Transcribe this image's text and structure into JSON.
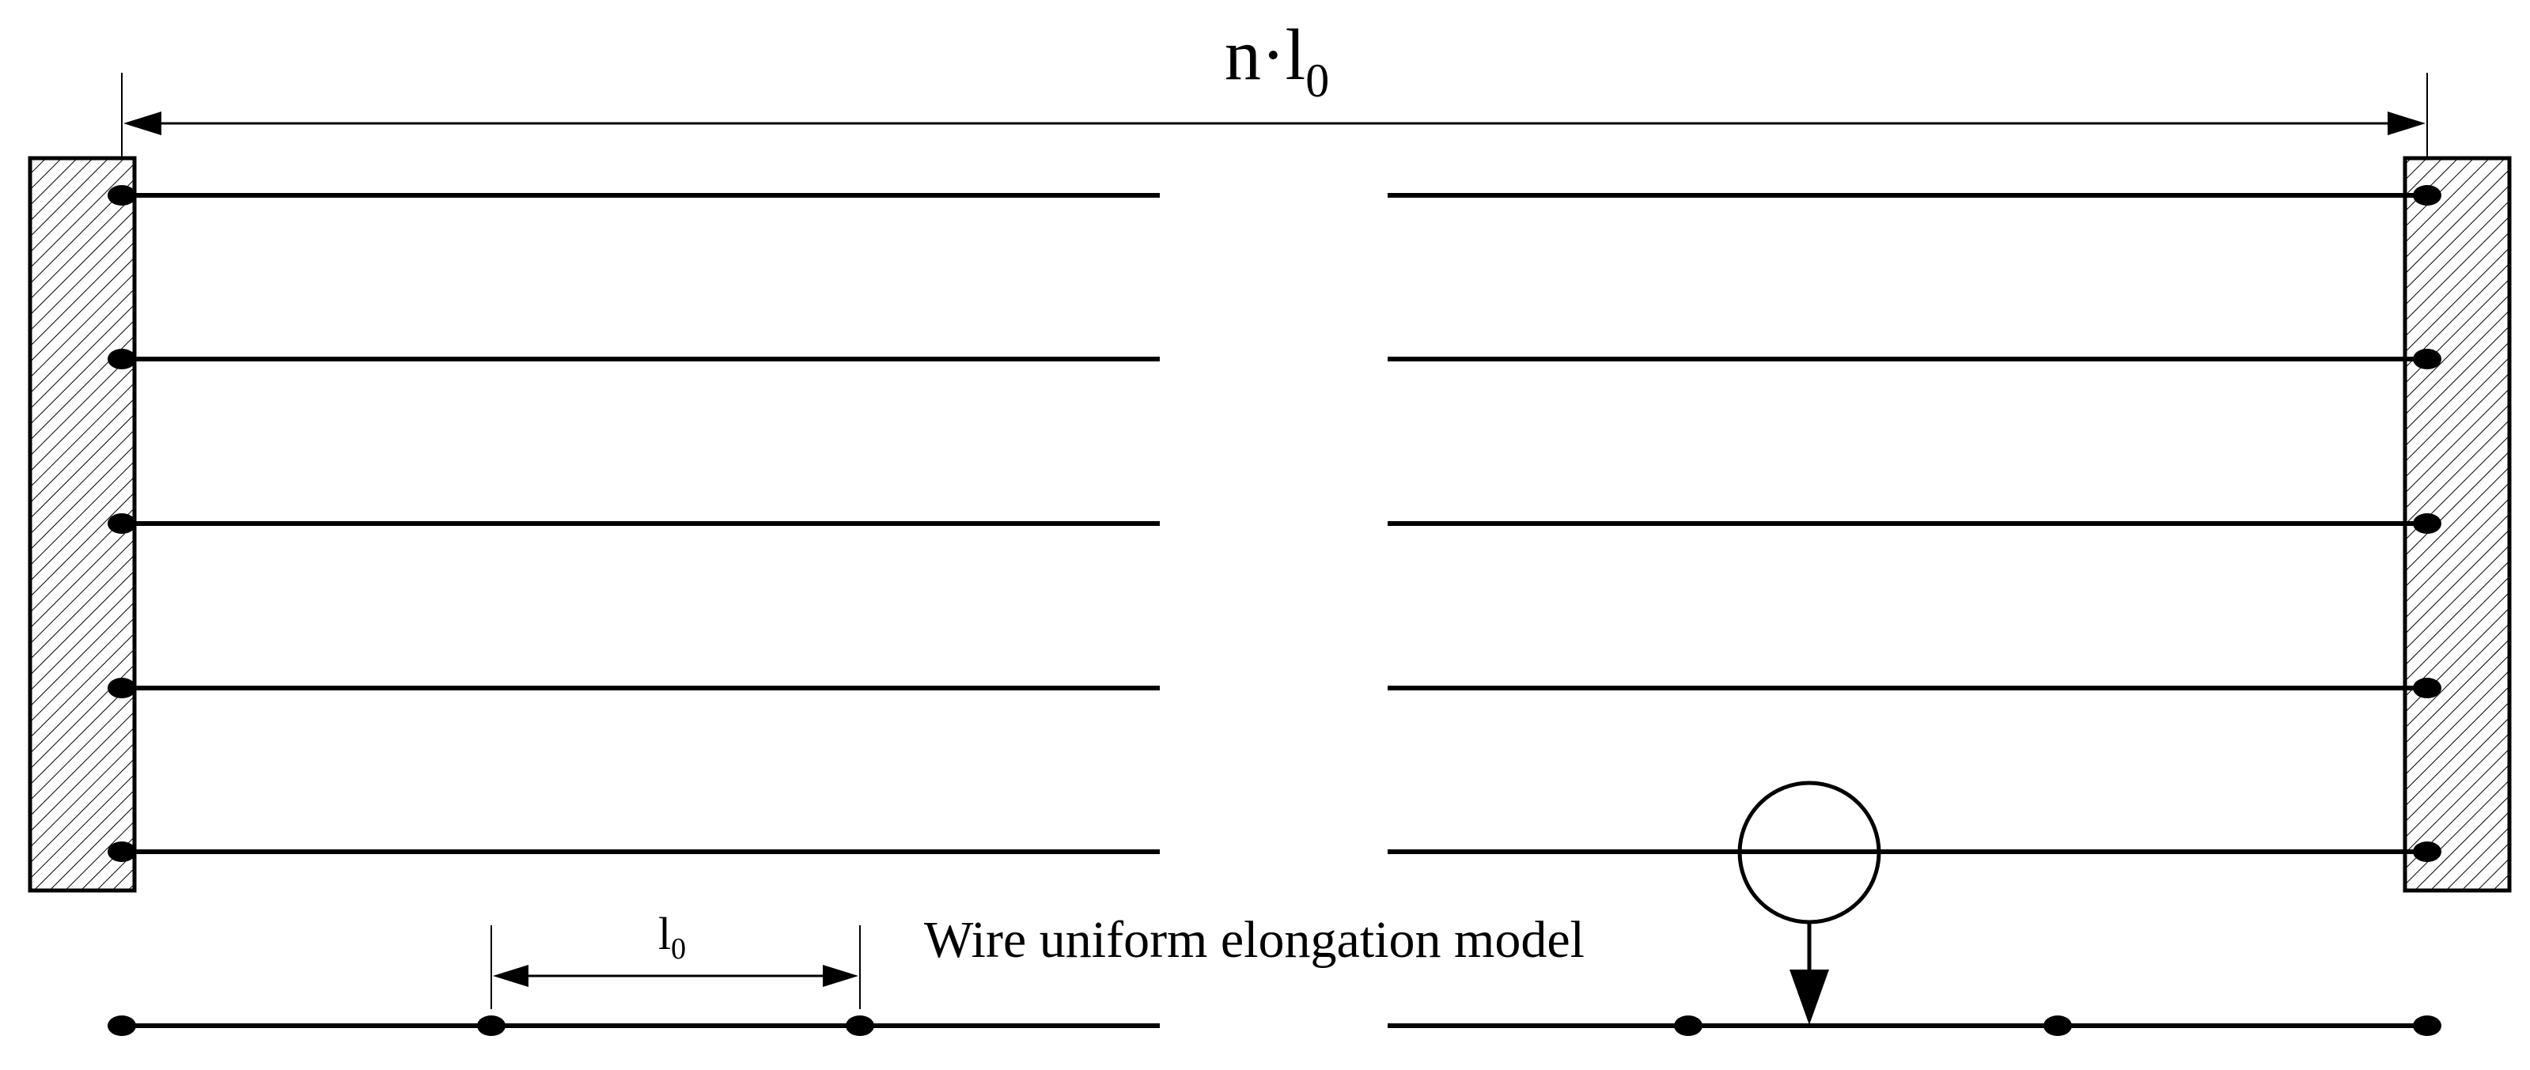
{
  "diagram": {
    "top_dimension": {
      "base": "n·l",
      "sub": "0"
    },
    "segment_dimension": {
      "base": "l",
      "sub": "0"
    },
    "caption": "Wire uniform elongation model",
    "wire_count": 5,
    "colors": {
      "ink": "#000000",
      "background": "#ffffff"
    }
  }
}
